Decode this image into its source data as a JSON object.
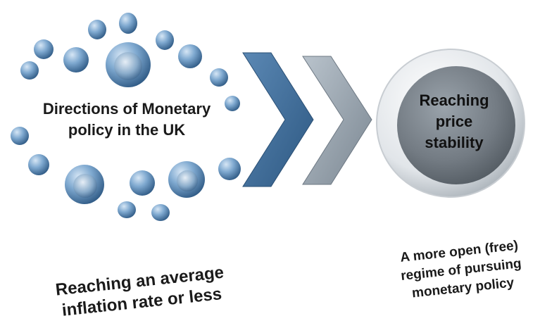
{
  "left_cluster": {
    "title_lines": [
      "Directions of Monetary",
      "policy in the UK"
    ]
  },
  "circle": {
    "title_lines": [
      "Reaching",
      "price",
      "stability"
    ]
  },
  "bottom_left": {
    "lines": [
      "Reaching an average",
      "inflation rate or less"
    ]
  },
  "bottom_right": {
    "lines": [
      "A more open (free)",
      "regime of pursuing",
      "monetary policy"
    ]
  },
  "colors": {
    "bubble": "#6f9cc6",
    "chevron_blue": "#3f6e9b",
    "chevron_gray": "#8e9aa6",
    "circle": "#6b7278"
  }
}
